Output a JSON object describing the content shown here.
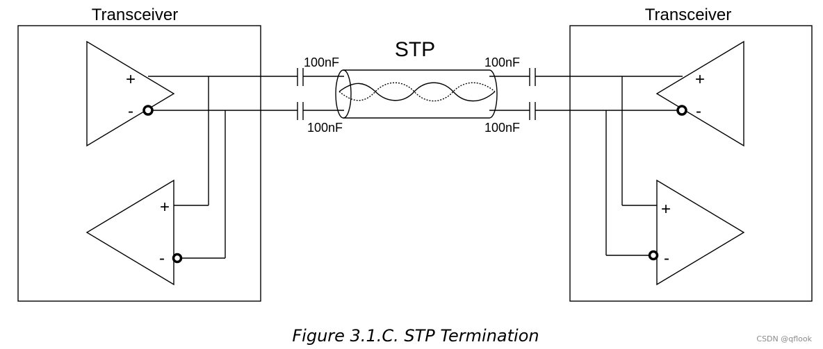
{
  "left_box": {
    "title": "Transceiver"
  },
  "right_box": {
    "title": "Transceiver"
  },
  "cable": {
    "label": "STP"
  },
  "capacitors": {
    "left_top": "100nF",
    "left_bottom": "100nF",
    "right_top": "100nF",
    "right_bottom": "100nF"
  },
  "signs": {
    "plus": "+",
    "minus": "-"
  },
  "caption": "Figure 3.1.C. STP Termination",
  "watermark": "CSDN @qflook"
}
